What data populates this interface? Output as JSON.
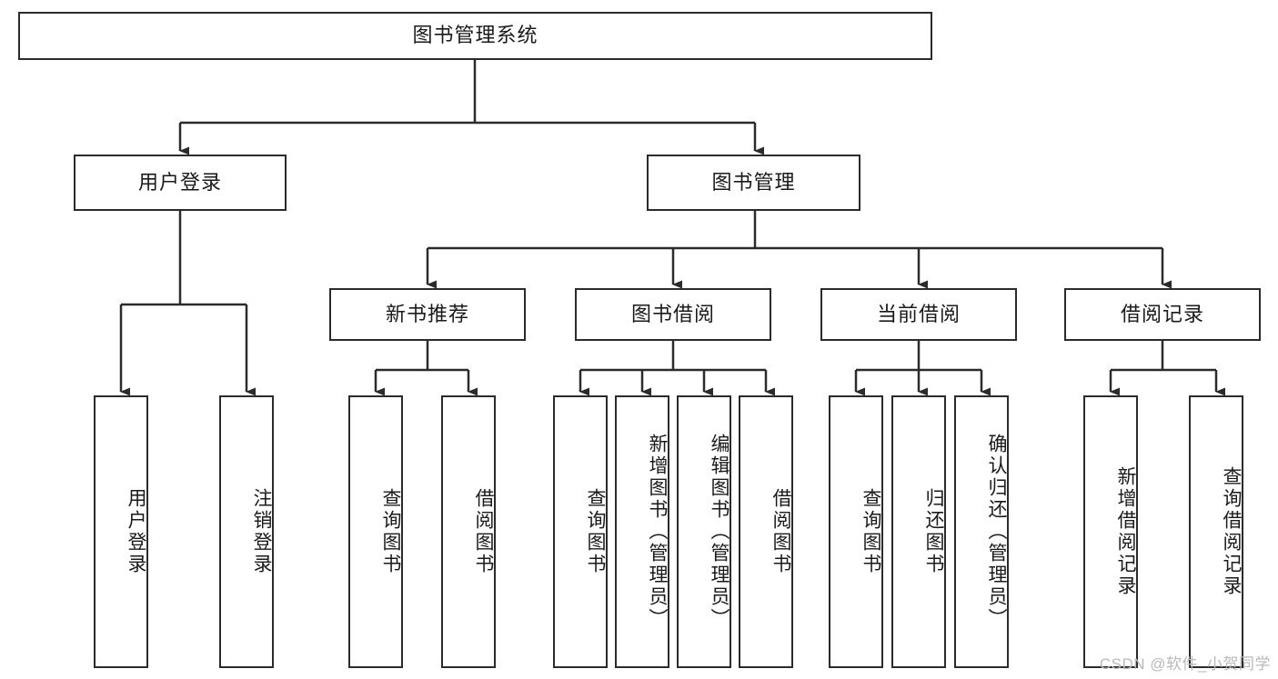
{
  "diagram": {
    "type": "tree-hierarchy-chart",
    "title": "图书管理系统",
    "stroke_color": "#2b2b2b",
    "text_color": "#1a1a1a",
    "background_color": "#ffffff",
    "root": {
      "id": "root",
      "label": "图书管理系统"
    },
    "level2": [
      {
        "id": "user-login",
        "label": "用户登录"
      },
      {
        "id": "book-management",
        "label": "图书管理"
      }
    ],
    "level3": [
      {
        "id": "new-book-recommend",
        "label": "新书推荐",
        "parent": "book-management"
      },
      {
        "id": "book-borrow",
        "label": "图书借阅",
        "parent": "book-management"
      },
      {
        "id": "current-borrow",
        "label": "当前借阅",
        "parent": "book-management"
      },
      {
        "id": "borrow-record",
        "label": "借阅记录",
        "parent": "book-management"
      }
    ],
    "leaves": [
      {
        "id": "leaf-user-login",
        "label": "用户登录",
        "parent": "user-login"
      },
      {
        "id": "leaf-logout-login",
        "label": "注销登录",
        "parent": "user-login"
      },
      {
        "id": "leaf-query-book-1",
        "label": "查询图书",
        "parent": "new-book-recommend"
      },
      {
        "id": "leaf-borrow-book-1",
        "label": "借阅图书",
        "parent": "new-book-recommend"
      },
      {
        "id": "leaf-query-book-2",
        "label": "查询图书",
        "parent": "book-borrow"
      },
      {
        "id": "leaf-add-book",
        "label": "新增图书（管理员）",
        "parent": "book-borrow"
      },
      {
        "id": "leaf-edit-book",
        "label": "编辑图书（管理员）",
        "parent": "book-borrow"
      },
      {
        "id": "leaf-borrow-book-2",
        "label": "借阅图书",
        "parent": "book-borrow"
      },
      {
        "id": "leaf-query-book-3",
        "label": "查询图书",
        "parent": "current-borrow"
      },
      {
        "id": "leaf-return-book",
        "label": "归还图书",
        "parent": "current-borrow"
      },
      {
        "id": "leaf-confirm-return",
        "label": "确认归还（管理员）",
        "parent": "current-borrow"
      },
      {
        "id": "leaf-add-record",
        "label": "新增借阅记录",
        "parent": "borrow-record"
      },
      {
        "id": "leaf-query-record",
        "label": "查询借阅记录",
        "parent": "borrow-record"
      }
    ]
  },
  "watermark": {
    "text": "CSDN @软件_小贺同学"
  }
}
